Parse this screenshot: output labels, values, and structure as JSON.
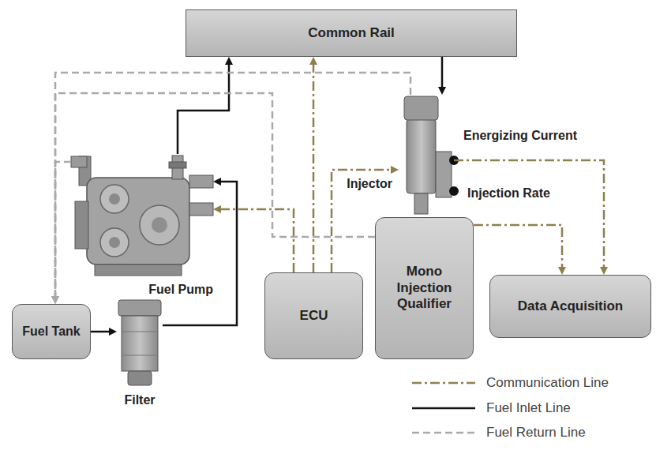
{
  "diagram": {
    "nodes": [
      {
        "text": [
          "Common Rail"
        ]
      },
      {
        "text": [
          "Injector"
        ]
      },
      {
        "text": [
          "Fuel Pump"
        ]
      },
      {
        "text": [
          "Fuel Tank"
        ]
      },
      {
        "text": [
          "Filter"
        ]
      },
      {
        "text": [
          "ECU"
        ]
      },
      {
        "text": [
          "Mono Injection Qualifier"
        ]
      },
      {
        "text": [
          "Data Acquisition"
        ]
      }
    ],
    "edges": [
      {
        "from": 3,
        "to": 4,
        "arrow": "to"
      },
      {
        "from": 4,
        "to": 2,
        "arrow": "to"
      },
      {
        "from": 2,
        "to": 0,
        "arrow": "to"
      },
      {
        "from": 0,
        "to": 1,
        "arrow": "to"
      },
      {
        "from": 5,
        "to": 0,
        "arrow": "to"
      },
      {
        "from": 5,
        "to": 1,
        "arrow": "to"
      },
      {
        "from": 5,
        "to": 2,
        "arrow": "to"
      },
      {
        "from": 1,
        "to": 7,
        "arrow": "to"
      },
      {
        "from": 6,
        "to": 7,
        "arrow": "to"
      },
      {
        "from": 1,
        "to": 3,
        "arrow": "to"
      },
      {
        "from": 2,
        "to": 3,
        "arrow": "to"
      },
      {
        "from": 6,
        "to": 3,
        "arrow": "to"
      }
    ],
    "labels": [
      "Energizing Current",
      "Injection Rate"
    ],
    "legend": [
      {
        "text": "Communication Line"
      },
      {
        "text": "Fuel Inlet Line"
      },
      {
        "text": "Fuel Return Line"
      }
    ]
  }
}
